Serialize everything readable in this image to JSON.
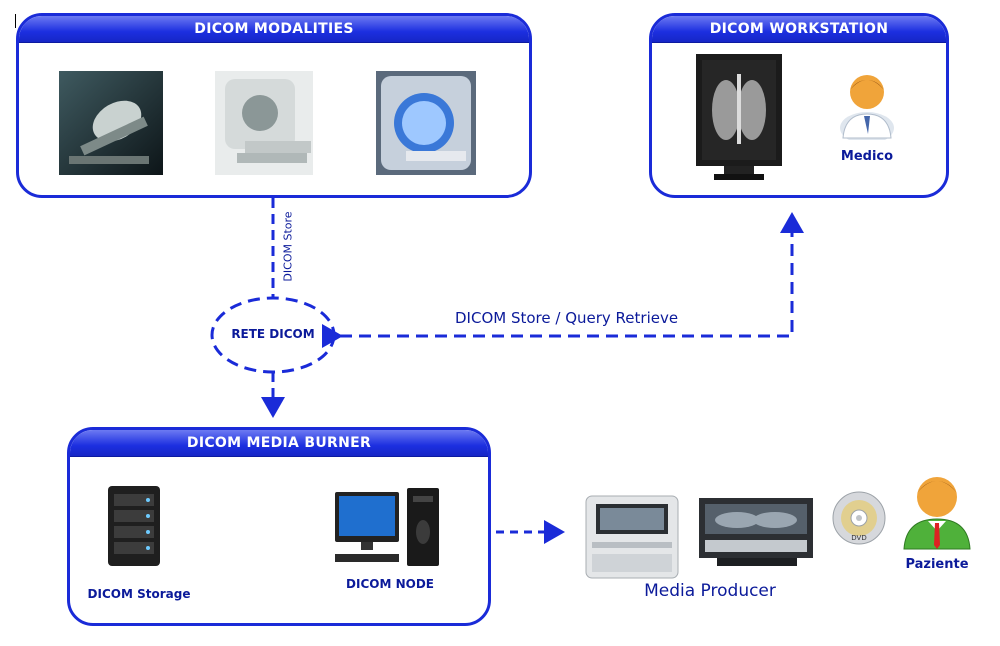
{
  "modalities": {
    "title": "DICOM MODALITIES"
  },
  "workstation": {
    "title": "DICOM WORKSTATION",
    "doctor_label": "Medico"
  },
  "burner": {
    "title": "DICOM MEDIA BURNER",
    "storage_label": "DICOM Storage",
    "node_label": "DICOM NODE"
  },
  "network": {
    "label": "RETE DICOM"
  },
  "links": {
    "store_label": "DICOM Store",
    "query_label": "DICOM Store / Query Retrieve"
  },
  "producer": {
    "label": "Media Producer"
  },
  "patient": {
    "label": "Paziente",
    "disc_text": "DVD"
  },
  "colors": {
    "accent": "#1a2bd8",
    "text": "#0b1a9a"
  }
}
